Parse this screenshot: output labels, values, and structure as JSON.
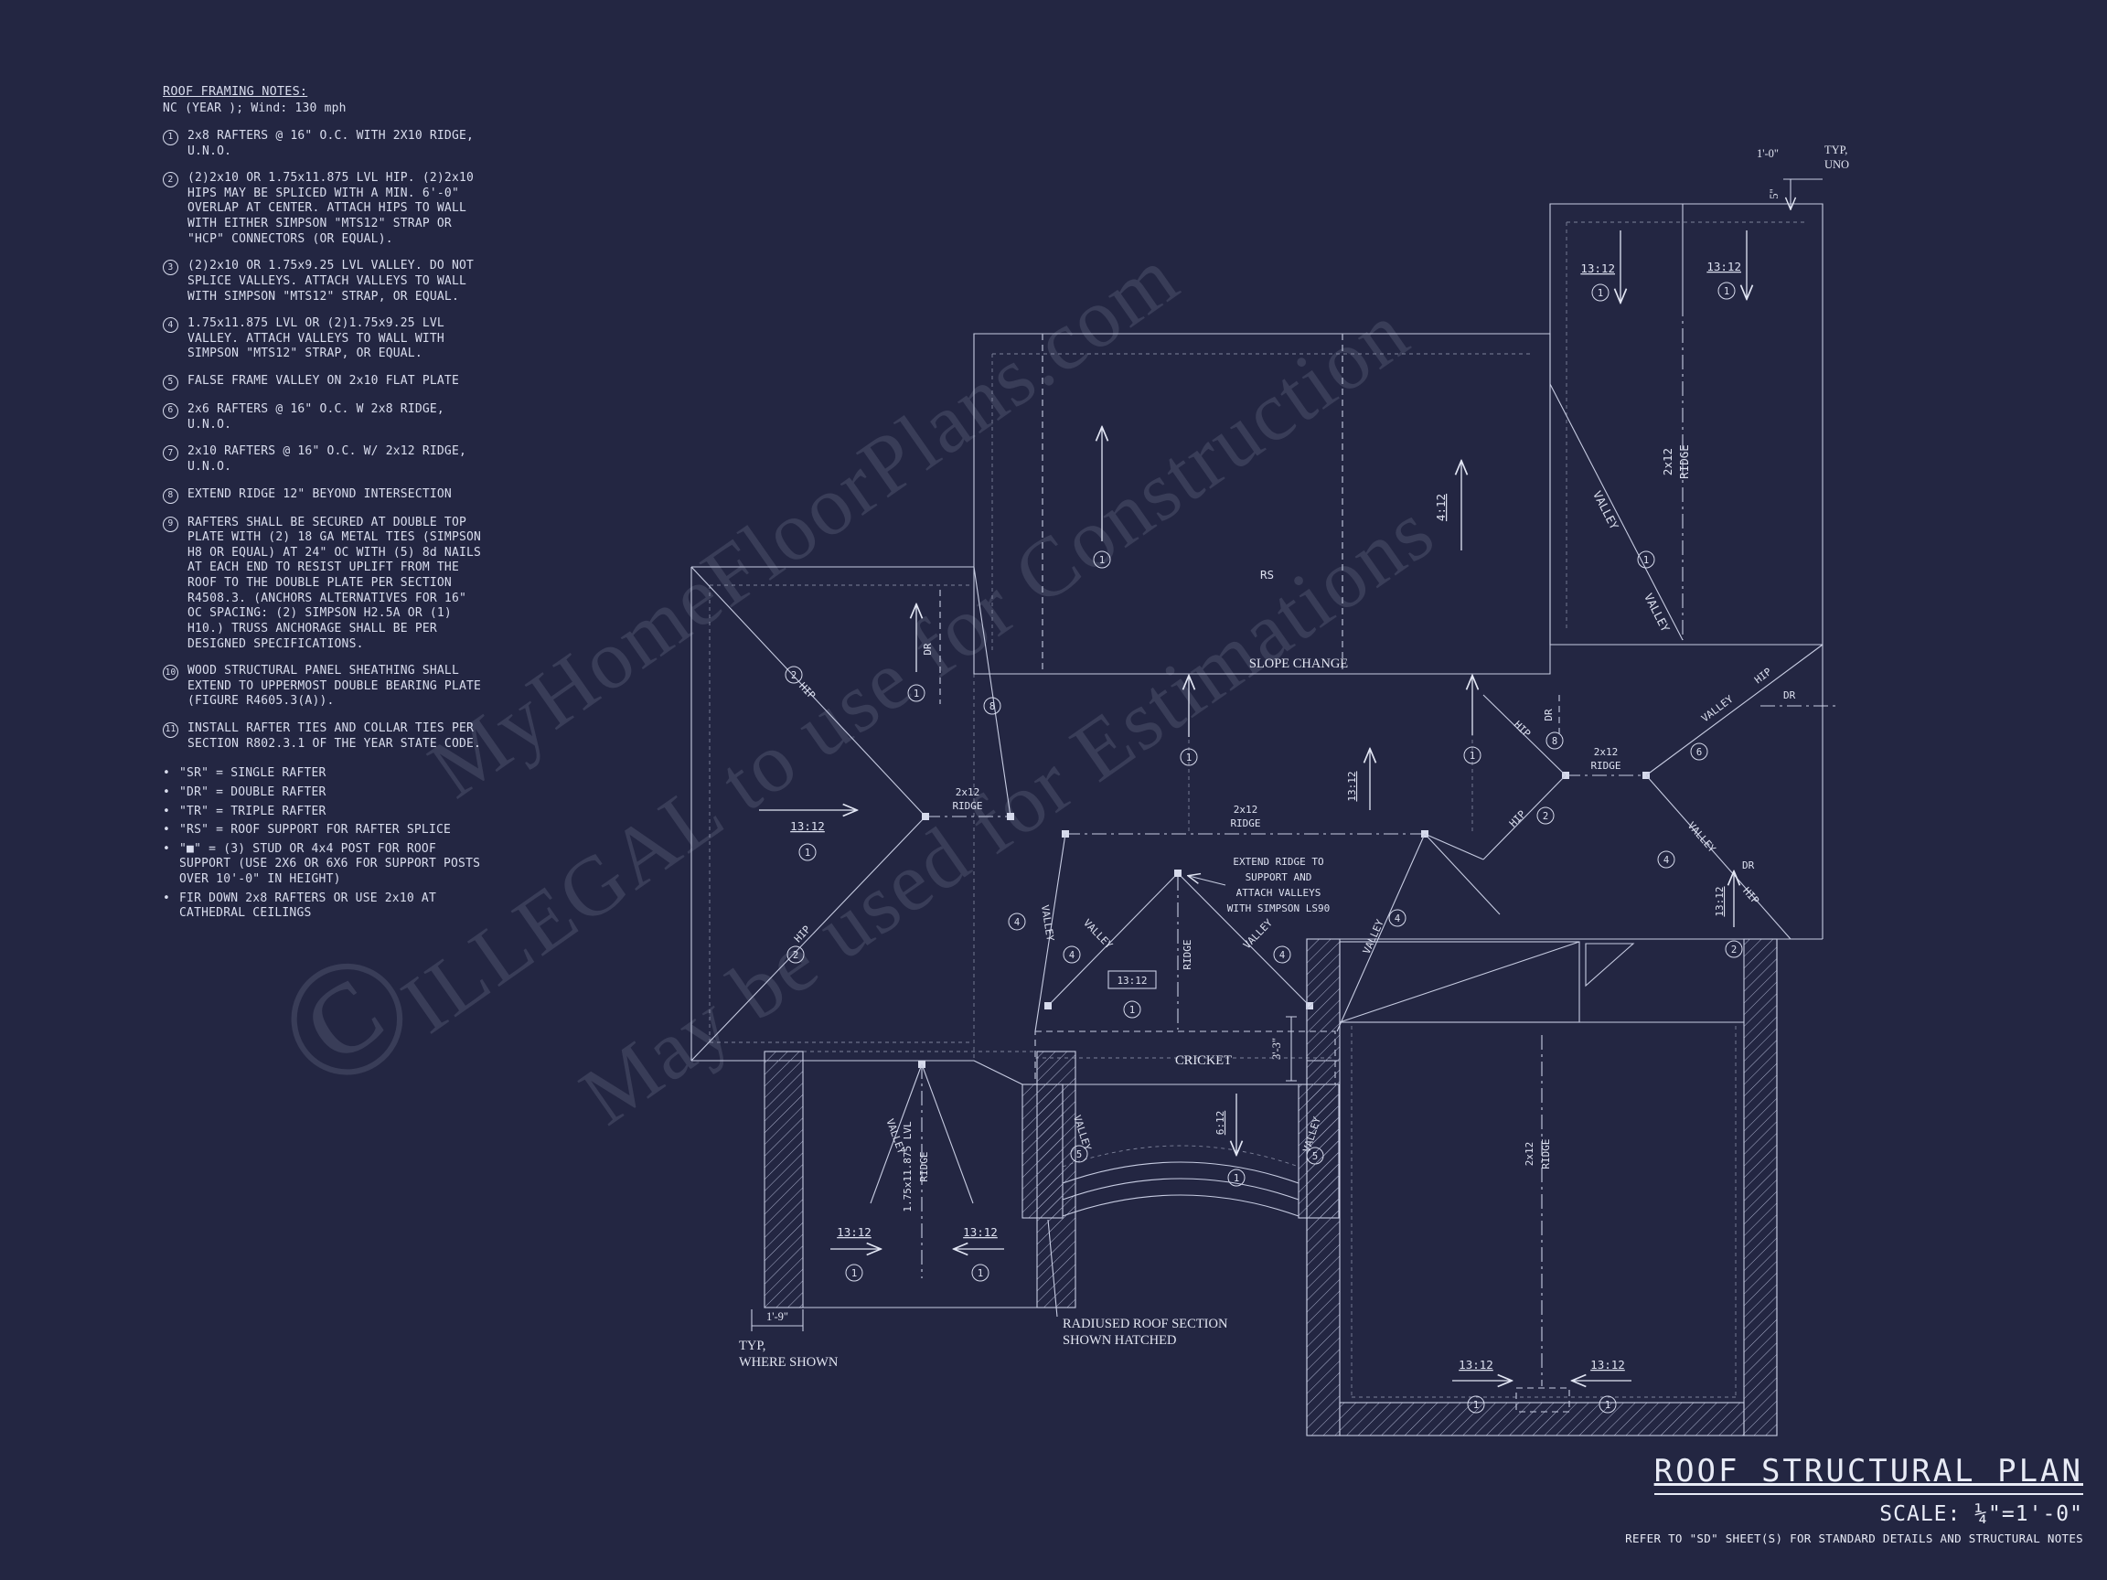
{
  "notes": {
    "title": "ROOF FRAMING NOTES:",
    "subtitle": "NC (YEAR ); Wind: 130 mph",
    "items": [
      {
        "num": "1",
        "text": "2x8 RAFTERS @ 16\" O.C. WITH 2X10 RIDGE, U.N.O."
      },
      {
        "num": "2",
        "text": "(2)2x10 OR 1.75x11.875 LVL HIP.  (2)2x10 HIPS MAY BE SPLICED WITH A MIN. 6'-0\" OVERLAP AT CENTER. ATTACH HIPS TO WALL WITH EITHER SIMPSON \"MTS12\" STRAP OR \"HCP\" CONNECTORS (OR EQUAL)."
      },
      {
        "num": "3",
        "text": "(2)2x10 OR 1.75x9.25 LVL VALLEY.  DO NOT SPLICE VALLEYS.  ATTACH VALLEYS TO WALL WITH  SIMPSON \"MTS12\" STRAP, OR EQUAL."
      },
      {
        "num": "4",
        "text": "1.75x11.875 LVL OR (2)1.75x9.25 LVL VALLEY.  ATTACH VALLEYS TO WALL WITH SIMPSON \"MTS12\" STRAP, OR EQUAL."
      },
      {
        "num": "5",
        "text": "FALSE FRAME VALLEY ON 2x10 FLAT PLATE"
      },
      {
        "num": "6",
        "text": "2x6 RAFTERS @ 16\" O.C. W 2x8 RIDGE, U.N.O."
      },
      {
        "num": "7",
        "text": "2x10 RAFTERS @ 16\" O.C. W/ 2x12 RIDGE, U.N.O."
      },
      {
        "num": "8",
        "text": "EXTEND RIDGE 12\" BEYOND INTERSECTION"
      },
      {
        "num": "9",
        "text": "RAFTERS SHALL BE SECURED AT DOUBLE TOP PLATE WITH (2) 18 GA METAL TIES (SIMPSON H8 OR EQUAL) AT 24\" OC WITH (5) 8d NAILS AT EACH END TO RESIST UPLIFT FROM THE ROOF TO THE DOUBLE PLATE PER SECTION R4508.3. (ANCHORS ALTERNATIVES FOR 16\" OC SPACING: (2) SIMPSON H2.5A OR (1) H10.) TRUSS ANCHORAGE SHALL BE PER DESIGNED SPECIFICATIONS."
      },
      {
        "num": "10",
        "text": "WOOD STRUCTURAL PANEL SHEATHING SHALL EXTEND TO UPPERMOST DOUBLE BEARING PLATE (FIGURE R4605.3(A))."
      },
      {
        "num": "11",
        "text": "INSTALL RAFTER TIES AND COLLAR TIES PER SECTION R802.3.1 OF THE YEAR STATE CODE."
      }
    ],
    "bullets": [
      "\"SR\"  = SINGLE RAFTER",
      "\"DR\" = DOUBLE RAFTER",
      "\"TR\" = TRIPLE RAFTER",
      "\"RS\" = ROOF SUPPORT FOR RAFTER SPLICE",
      "\"■\" = (3) STUD OR 4x4 POST FOR ROOF SUPPORT (USE 2X6 OR 6X6 FOR SUPPORT POSTS OVER 10'-0\" IN HEIGHT)",
      "FIR DOWN 2x8 RAFTERS OR USE 2x10 AT CATHEDRAL CEILINGS"
    ]
  },
  "labels": {
    "slope_13_12": "13:12",
    "slope_4_12": "4:12",
    "slope_6_12": "6:12",
    "rs": "RS",
    "dr": "DR",
    "hip": "HIP",
    "valley": "VALLEY",
    "ridge_word": "RIDGE",
    "ridge_2x12_top": "2x12",
    "ridge_2x12_bot": "RIDGE",
    "lvl_ridge_top": "1.75x11.875 LVL",
    "lvl_ridge_bot": "RIDGE",
    "slope_change": "SLOPE CHANGE",
    "cricket": "CRICKET"
  },
  "annotations": {
    "extend_ridge": [
      "EXTEND RIDGE TO",
      "SUPPORT AND",
      "ATTACH VALLEYS",
      "WITH SIMPSON LS90"
    ],
    "radiused": [
      "RADIUSED ROOF SECTION",
      "SHOWN HATCHED"
    ],
    "typ_where": [
      "TYP,",
      "WHERE SHOWN"
    ],
    "typ_uno": [
      "TYP,",
      "UNO"
    ]
  },
  "dimensions": {
    "d1_0": "1'-0\"",
    "d5": "5\"",
    "d1_9": "1'-9\"",
    "d3_3": "3'-3\""
  },
  "callouts": {
    "c1": "1",
    "c2": "2",
    "c4": "4",
    "c5": "5",
    "c6": "6",
    "c8": "8"
  },
  "title_block": {
    "title": "ROOF STRUCTURAL PLAN",
    "scale": "SCALE: ¼\"=1'-0\"",
    "refer": "REFER TO \"SD\" SHEET(S) FOR STANDARD DETAILS AND STRUCTURAL NOTES"
  },
  "watermark": {
    "line1": "MyHomeFloorPlans.com",
    "line2": "ILLEGAL to use for Construction",
    "line3": "May be used for Estimations",
    "copyright": "©"
  }
}
